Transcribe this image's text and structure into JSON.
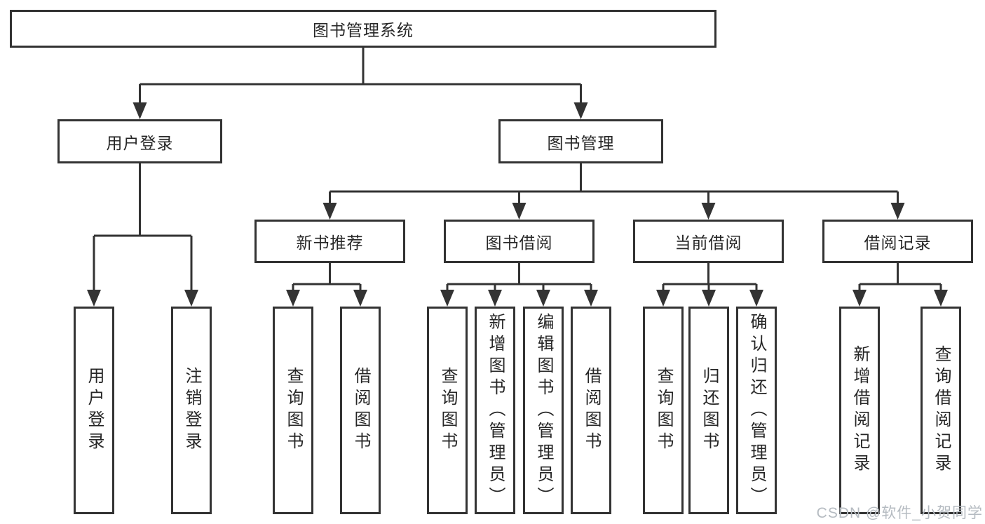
{
  "diagram": {
    "root": {
      "label": "图书管理系统"
    },
    "branches": [
      {
        "label": "用户登录",
        "children": [
          {
            "label": "用户登录"
          },
          {
            "label": "注销登录"
          }
        ]
      },
      {
        "label": "图书管理",
        "children": [
          {
            "label": "新书推荐",
            "children": [
              {
                "label": "查询图书"
              },
              {
                "label": "借阅图书"
              }
            ]
          },
          {
            "label": "图书借阅",
            "children": [
              {
                "label": "查询图书"
              },
              {
                "label": "新增图书（管理员）"
              },
              {
                "label": "编辑图书（管理员）"
              },
              {
                "label": "借阅图书"
              }
            ]
          },
          {
            "label": "当前借阅",
            "children": [
              {
                "label": "查询图书"
              },
              {
                "label": "归还图书"
              },
              {
                "label": "确认归还（管理员）"
              }
            ]
          },
          {
            "label": "借阅记录",
            "children": [
              {
                "label": "新增借阅记录"
              },
              {
                "label": "查询借阅记录"
              }
            ]
          }
        ]
      }
    ]
  },
  "watermark": {
    "text": "CSDN @软件_小贺同学"
  },
  "colors": {
    "line": "#333333",
    "text": "#262626",
    "watermark": "#b5bbc1",
    "background": "#ffffff"
  }
}
